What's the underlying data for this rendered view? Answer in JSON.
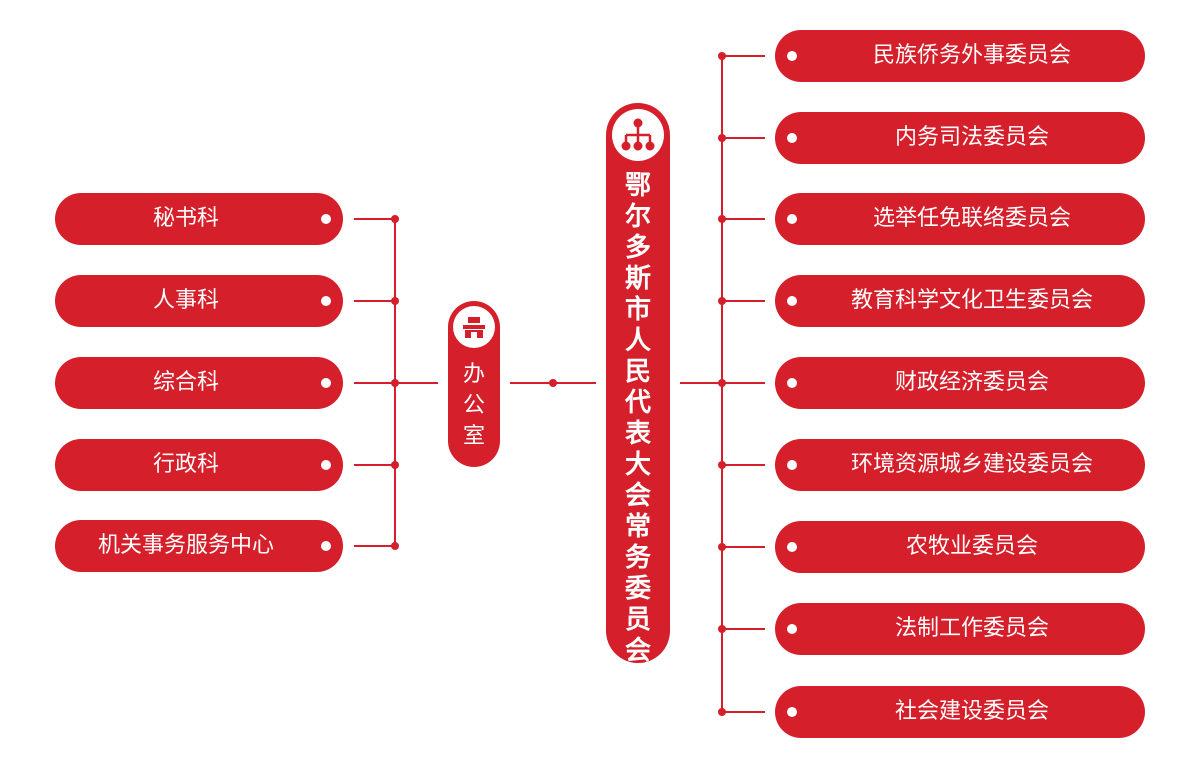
{
  "colors": {
    "primary": "#d51f2a",
    "node_text": "#ffffff",
    "background": "#ffffff"
  },
  "root": {
    "label": "鄂尔多斯市人民代表大会常务委员会",
    "icon": "org-chart-icon"
  },
  "office": {
    "label": "办公室",
    "icon": "building-icon"
  },
  "office_sections": [
    "秘书科",
    "人事科",
    "综合科",
    "行政科",
    "机关事务服务中心"
  ],
  "committees": [
    "民族侨务外事委员会",
    "内务司法委员会",
    "选举任免联络委员会",
    "教育科学文化卫生委员会",
    "财政经济委员会",
    "环境资源城乡建设委员会",
    "农牧业委员会",
    "法制工作委员会",
    "社会建设委员会"
  ]
}
